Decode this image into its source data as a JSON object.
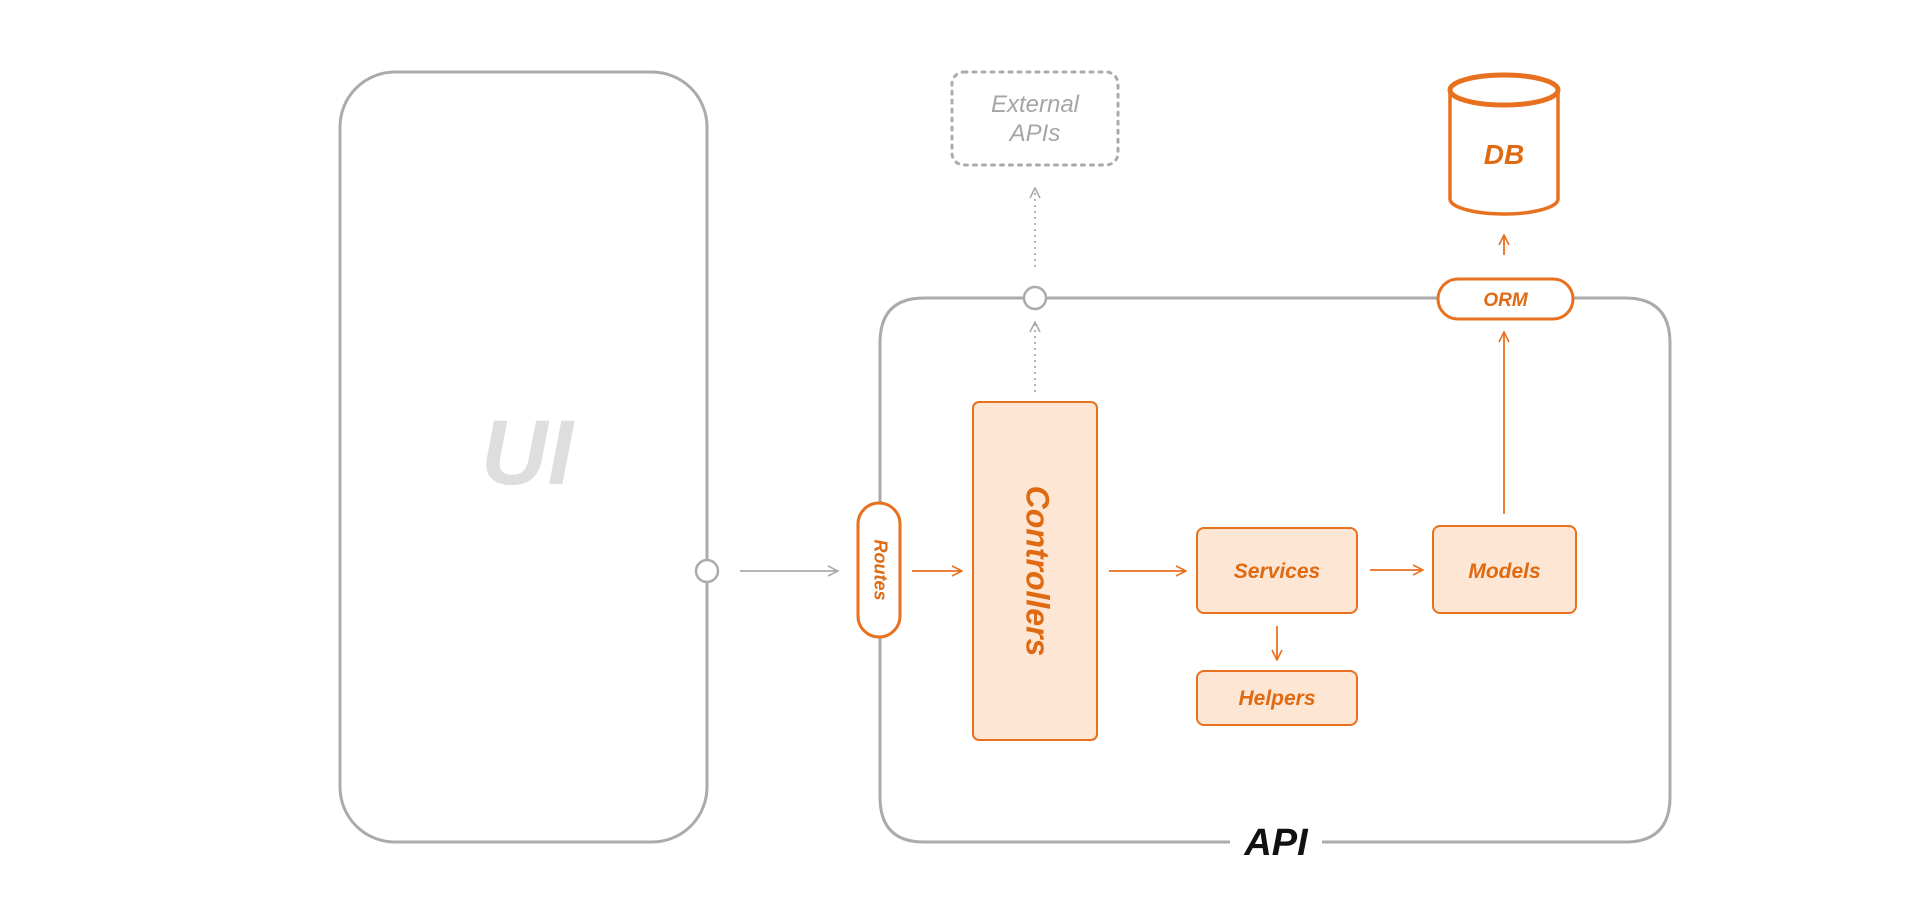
{
  "diagram": {
    "ui_container": {
      "label": "UI"
    },
    "api_container": {
      "label": "API"
    },
    "external_apis": {
      "label_line1": "External",
      "label_line2": "APIs"
    },
    "db": {
      "label": "DB"
    },
    "orm": {
      "label": "ORM"
    },
    "routes": {
      "label": "Routes"
    },
    "controllers": {
      "label": "Controllers"
    },
    "services": {
      "label": "Services"
    },
    "models": {
      "label": "Models"
    },
    "helpers": {
      "label": "Helpers"
    }
  },
  "colors": {
    "accent": "#E8711F",
    "accent_text": "#E06A12",
    "accent_fill": "#FDE6D3",
    "gray_line": "#ABABAB",
    "gray_text": "#A6A6A6",
    "ui_label": "#DEDEDE",
    "api_label": "#111111",
    "background": "#FFFFFF"
  }
}
